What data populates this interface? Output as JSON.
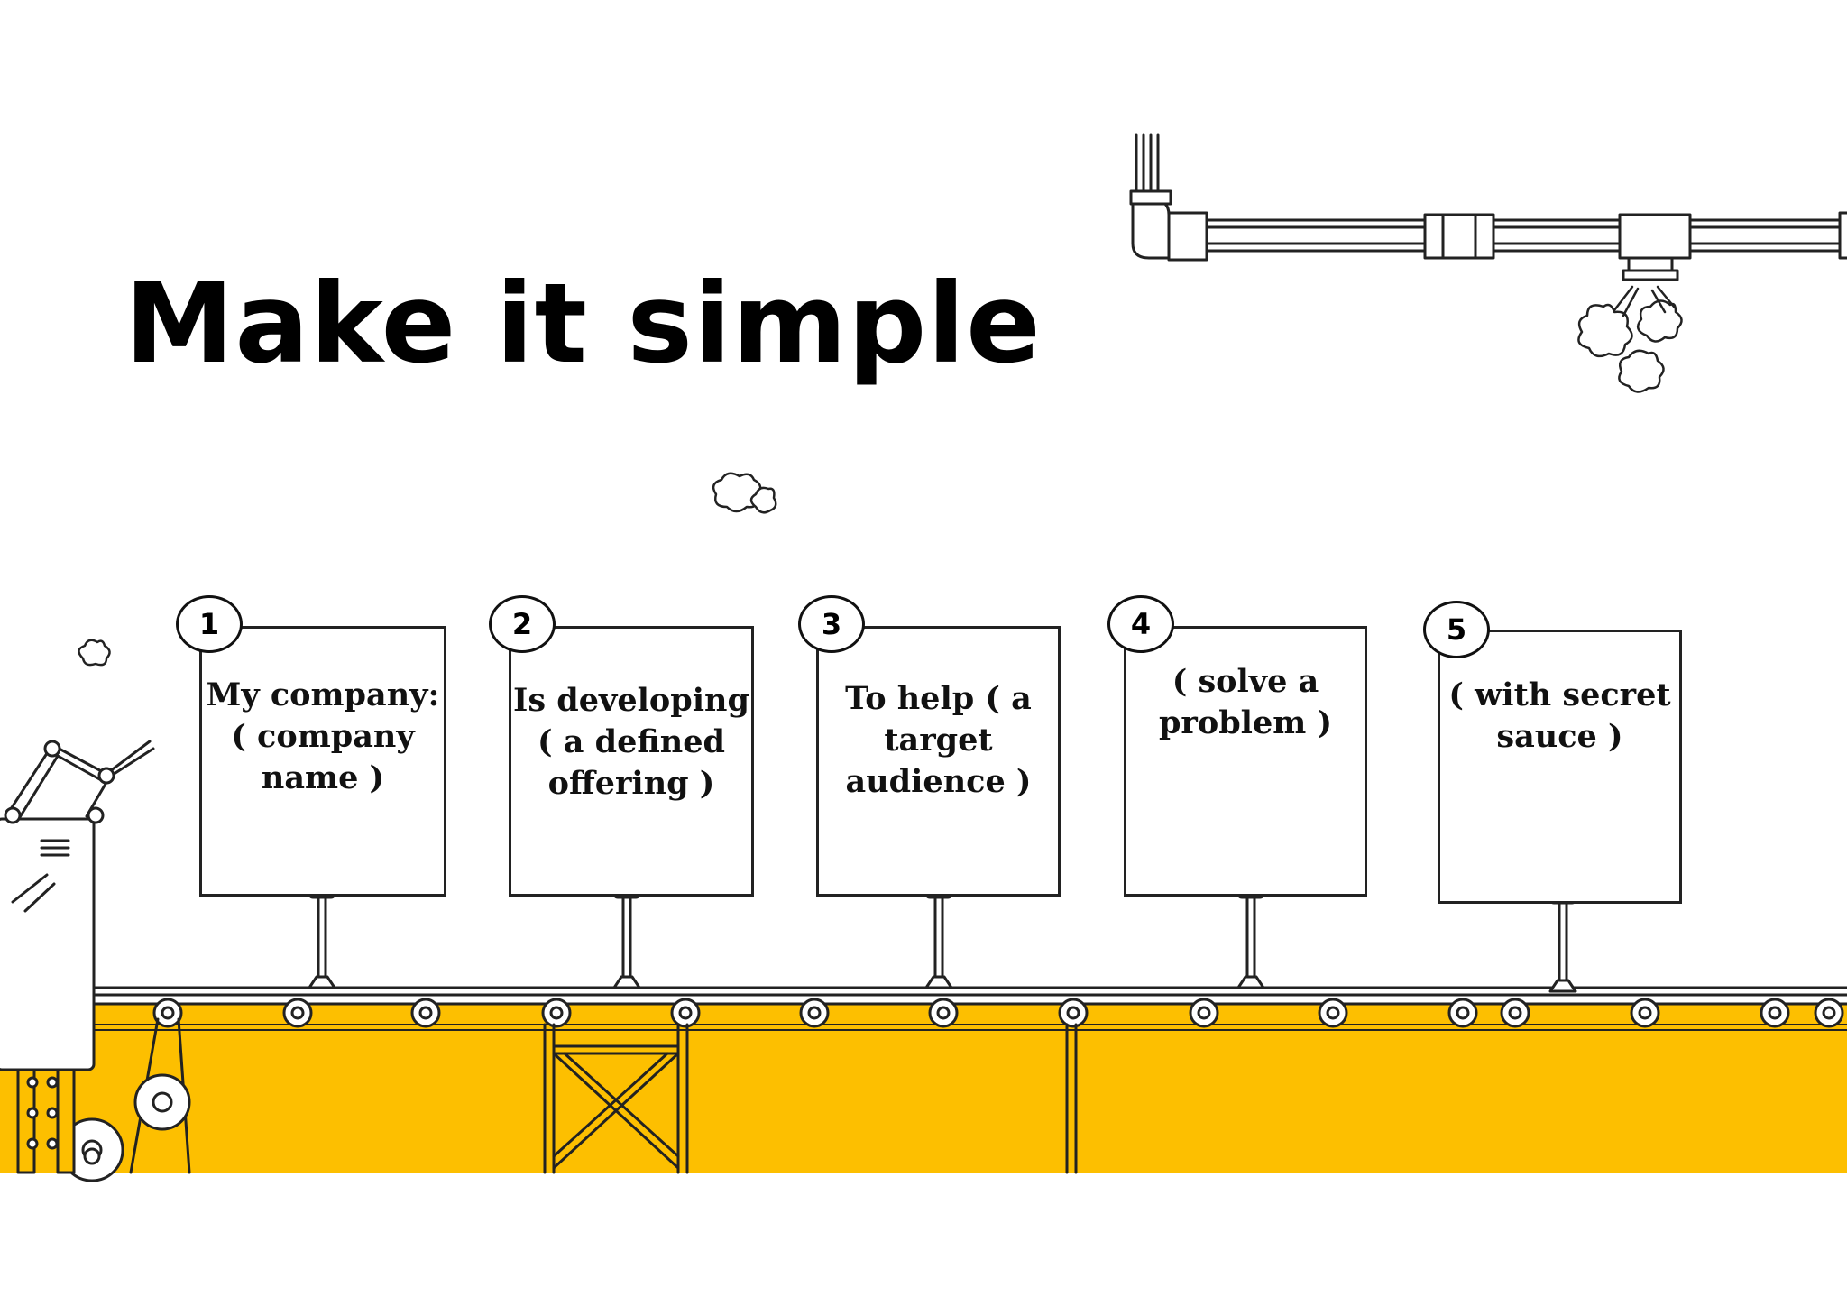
{
  "title": "Make it simple",
  "colors": {
    "belt_panel": "#FDBF00",
    "ink": "#222222",
    "background": "#FFFFFF"
  },
  "steps": [
    {
      "number": "1",
      "text": "My company:\n( company\nname )"
    },
    {
      "number": "2",
      "text": "Is developing\n( a defined\noffering )"
    },
    {
      "number": "3",
      "text": "To help ( a\ntarget\naudience )"
    },
    {
      "number": "4",
      "text": "( solve a\nproblem )"
    },
    {
      "number": "5",
      "text": "( with secret\nsauce )"
    }
  ],
  "decorations": [
    "pipe",
    "steam-clouds",
    "conveyor-belt",
    "machine",
    "gears",
    "rollers"
  ]
}
